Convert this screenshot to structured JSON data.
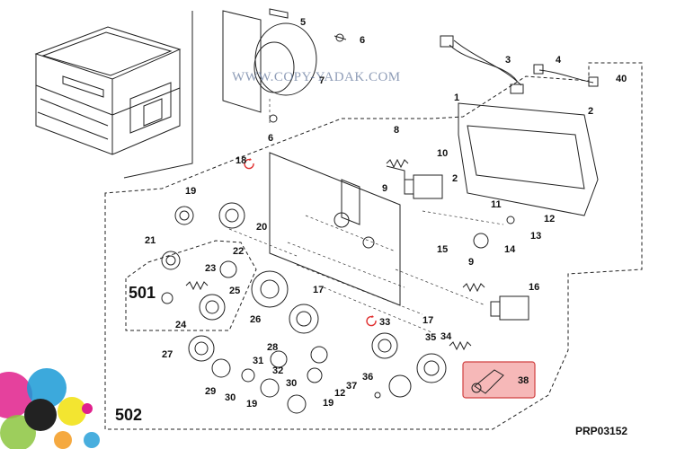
{
  "watermark": "WWW.COPY-YADAK.COM",
  "diagram_code": "PRP03152",
  "group_labels": {
    "g501": "501",
    "g502": "502"
  },
  "callouts": [
    {
      "id": "c1",
      "text": "1"
    },
    {
      "id": "c2a",
      "text": "2"
    },
    {
      "id": "c2b",
      "text": "2"
    },
    {
      "id": "c3",
      "text": "3"
    },
    {
      "id": "c4",
      "text": "4"
    },
    {
      "id": "c5",
      "text": "5"
    },
    {
      "id": "c6a",
      "text": "6"
    },
    {
      "id": "c6b",
      "text": "6"
    },
    {
      "id": "c7",
      "text": "7"
    },
    {
      "id": "c8",
      "text": "8"
    },
    {
      "id": "c9a",
      "text": "9"
    },
    {
      "id": "c9b",
      "text": "9"
    },
    {
      "id": "c10",
      "text": "10"
    },
    {
      "id": "c11",
      "text": "11"
    },
    {
      "id": "c12a",
      "text": "12"
    },
    {
      "id": "c12b",
      "text": "12"
    },
    {
      "id": "c13",
      "text": "13"
    },
    {
      "id": "c14",
      "text": "14"
    },
    {
      "id": "c15",
      "text": "15"
    },
    {
      "id": "c16",
      "text": "16"
    },
    {
      "id": "c17a",
      "text": "17"
    },
    {
      "id": "c17b",
      "text": "17"
    },
    {
      "id": "c18",
      "text": "18"
    },
    {
      "id": "c19a",
      "text": "19"
    },
    {
      "id": "c19b",
      "text": "19"
    },
    {
      "id": "c19c",
      "text": "19"
    },
    {
      "id": "c20",
      "text": "20"
    },
    {
      "id": "c21",
      "text": "21"
    },
    {
      "id": "c22",
      "text": "22"
    },
    {
      "id": "c23",
      "text": "23"
    },
    {
      "id": "c24",
      "text": "24"
    },
    {
      "id": "c25",
      "text": "25"
    },
    {
      "id": "c26",
      "text": "26"
    },
    {
      "id": "c27",
      "text": "27"
    },
    {
      "id": "c28",
      "text": "28"
    },
    {
      "id": "c29",
      "text": "29"
    },
    {
      "id": "c30a",
      "text": "30"
    },
    {
      "id": "c30b",
      "text": "30"
    },
    {
      "id": "c31",
      "text": "31"
    },
    {
      "id": "c32",
      "text": "32"
    },
    {
      "id": "c33",
      "text": "33"
    },
    {
      "id": "c34",
      "text": "34"
    },
    {
      "id": "c35",
      "text": "35"
    },
    {
      "id": "c36",
      "text": "36"
    },
    {
      "id": "c37",
      "text": "37"
    },
    {
      "id": "c38",
      "text": "38"
    },
    {
      "id": "c40",
      "text": "40"
    }
  ],
  "colors": {
    "highlight_fill": "#f6b8b8",
    "highlight_stroke": "#d04040",
    "refresh_icon": "#e03030"
  }
}
